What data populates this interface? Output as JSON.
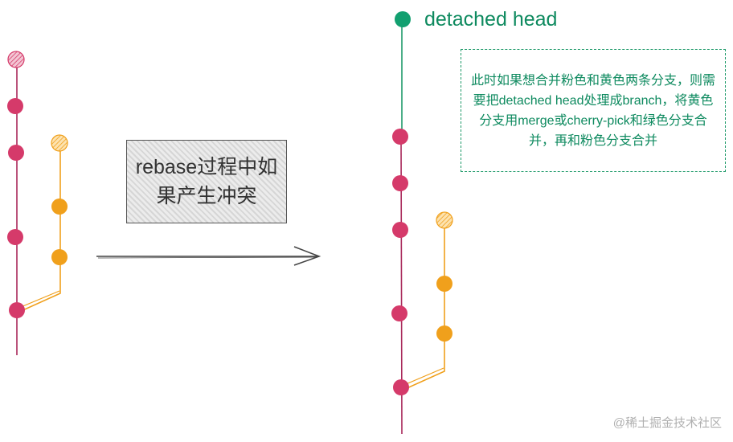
{
  "colors": {
    "pink": "#d53a6a",
    "pink_line": "#a8285a",
    "orange": "#f0a01c",
    "orange_line": "#f0a01c",
    "green": "#0e8a5f",
    "arrow": "#444444"
  },
  "conflict_box": {
    "text": "rebase过程中如果产生冲突"
  },
  "head_label": {
    "text": "detached head"
  },
  "note": {
    "text": "此时如果想合并粉色和黄色两条分支，则需要把detached head处理成branch，将黄色分支用merge或cherry-pick和绿色分支合并，再和粉色分支合并"
  },
  "watermark": {
    "text": "@稀土掘金技术社区"
  },
  "left_graph": {
    "pink_commits": 5,
    "orange_commits": 3,
    "pink_pending_top": true,
    "orange_pending_top": true
  },
  "right_graph": {
    "pink_commits": 5,
    "orange_commits": 3,
    "head_commit": "green",
    "orange_pending_top": true
  }
}
